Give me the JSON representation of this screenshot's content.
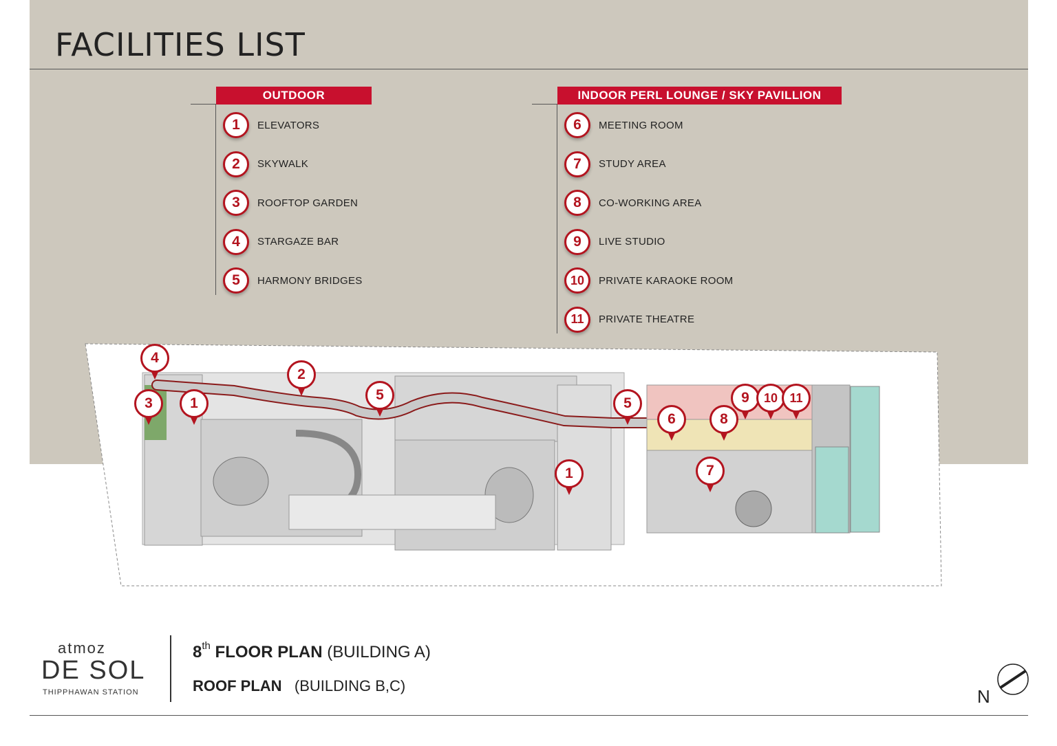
{
  "title": "FACILITIES LIST",
  "outdoor": {
    "heading": "OUTDOOR",
    "items": [
      {
        "num": "1",
        "label": "ELEVATORS"
      },
      {
        "num": "2",
        "label": "SKYWALK"
      },
      {
        "num": "3",
        "label": "ROOFTOP GARDEN"
      },
      {
        "num": "4",
        "label": "STARGAZE BAR"
      },
      {
        "num": "5",
        "label": "HARMONY BRIDGES"
      }
    ]
  },
  "indoor": {
    "heading": "INDOOR PERL LOUNGE / SKY PAVILLION",
    "items": [
      {
        "num": "6",
        "label": "MEETING ROOM"
      },
      {
        "num": "7",
        "label": "STUDY AREA"
      },
      {
        "num": "8",
        "label": "CO-WORKING AREA"
      },
      {
        "num": "9",
        "label": "LIVE STUDIO"
      },
      {
        "num": "10",
        "label": "PRIVATE KARAOKE ROOM"
      },
      {
        "num": "11",
        "label": "PRIVATE THEATRE"
      }
    ]
  },
  "plan_markers": [
    "4",
    "2",
    "5",
    "3",
    "1",
    "5",
    "6",
    "8",
    "9",
    "10",
    "11",
    "1",
    "7"
  ],
  "logo": {
    "line1": "atmoz",
    "line2": "DE SOL",
    "line3": "THIPPHAWAN STATION"
  },
  "floor_plan": {
    "num": "8",
    "sup": "th",
    "label": "FLOOR PLAN",
    "building": "(BUILDING A)"
  },
  "roof_plan": {
    "label": "ROOF PLAN",
    "building": "(BUILDING B,C)"
  },
  "compass_label": "N",
  "colors": {
    "accent": "#c8102e",
    "background": "#cdc8bd"
  }
}
